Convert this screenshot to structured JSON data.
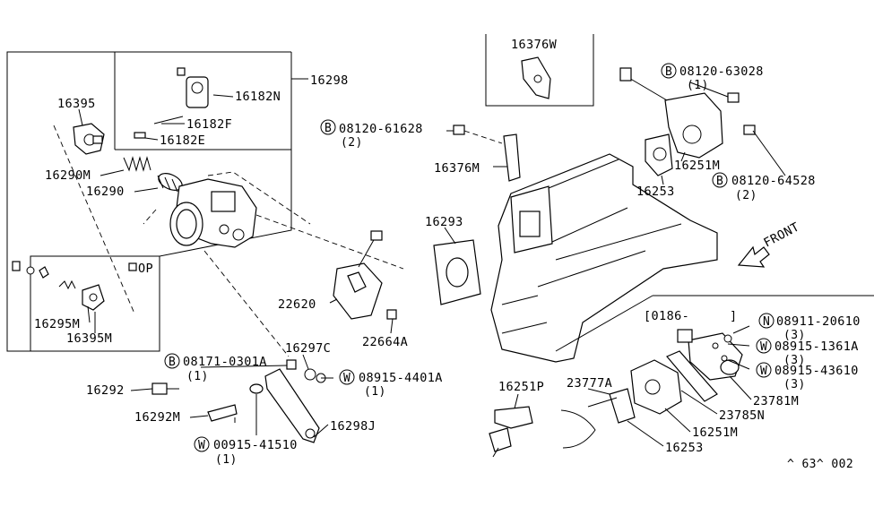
{
  "callouts": {
    "p16298": "16298",
    "p16395": "16395",
    "p16182N": "16182N",
    "p16182F": "16182F",
    "p16182E": "16182E",
    "p16290M": "16290M",
    "p16290": "16290",
    "op": "OP",
    "p16295M": "16295M",
    "p16395M": "16395M",
    "p16376W": "16376W",
    "p16376M": "16376M",
    "b08120_61628": "08120-61628",
    "b08120_61628_qty": "(2)",
    "b08120_63028": "08120-63028",
    "b08120_63028_qty": "(1)",
    "b08120_64528": "08120-64528",
    "b08120_64528_qty": "(2)",
    "p16251M_top": "16251M",
    "p16253_top": "16253",
    "p16293": "16293",
    "p22620": "22620",
    "p22664A": "22664A",
    "front": "FRONT",
    "date_code": "[0186-",
    "date_code_end": "]",
    "n08911_20610": "08911-20610",
    "n08911_20610_qty": "(3)",
    "w08915_1361A": "08915-1361A",
    "w08915_1361A_qty": "(3)",
    "w08915_43610": "08915-43610",
    "w08915_43610_qty": "(3)",
    "p23781M": "23781M",
    "p23785N": "23785N",
    "p16251M_bot": "16251M",
    "p16253_bot": "16253",
    "p23777A": "23777A",
    "p16251P": "16251P",
    "b08171_0301A": "08171-0301A",
    "b08171_0301A_qty": "(1)",
    "p16297C": "16297C",
    "w08915_4401A": "08915-4401A",
    "w08915_4401A_qty": "(1)",
    "p16292": "16292",
    "p16292M": "16292M",
    "p16298J": "16298J",
    "w00915_41510": "00915-41510",
    "w00915_41510_qty": "(1)",
    "footer_code": "^ 63^ 002"
  },
  "prefix_symbols": {
    "bolt": "B",
    "washer": "W",
    "nut": "N"
  }
}
